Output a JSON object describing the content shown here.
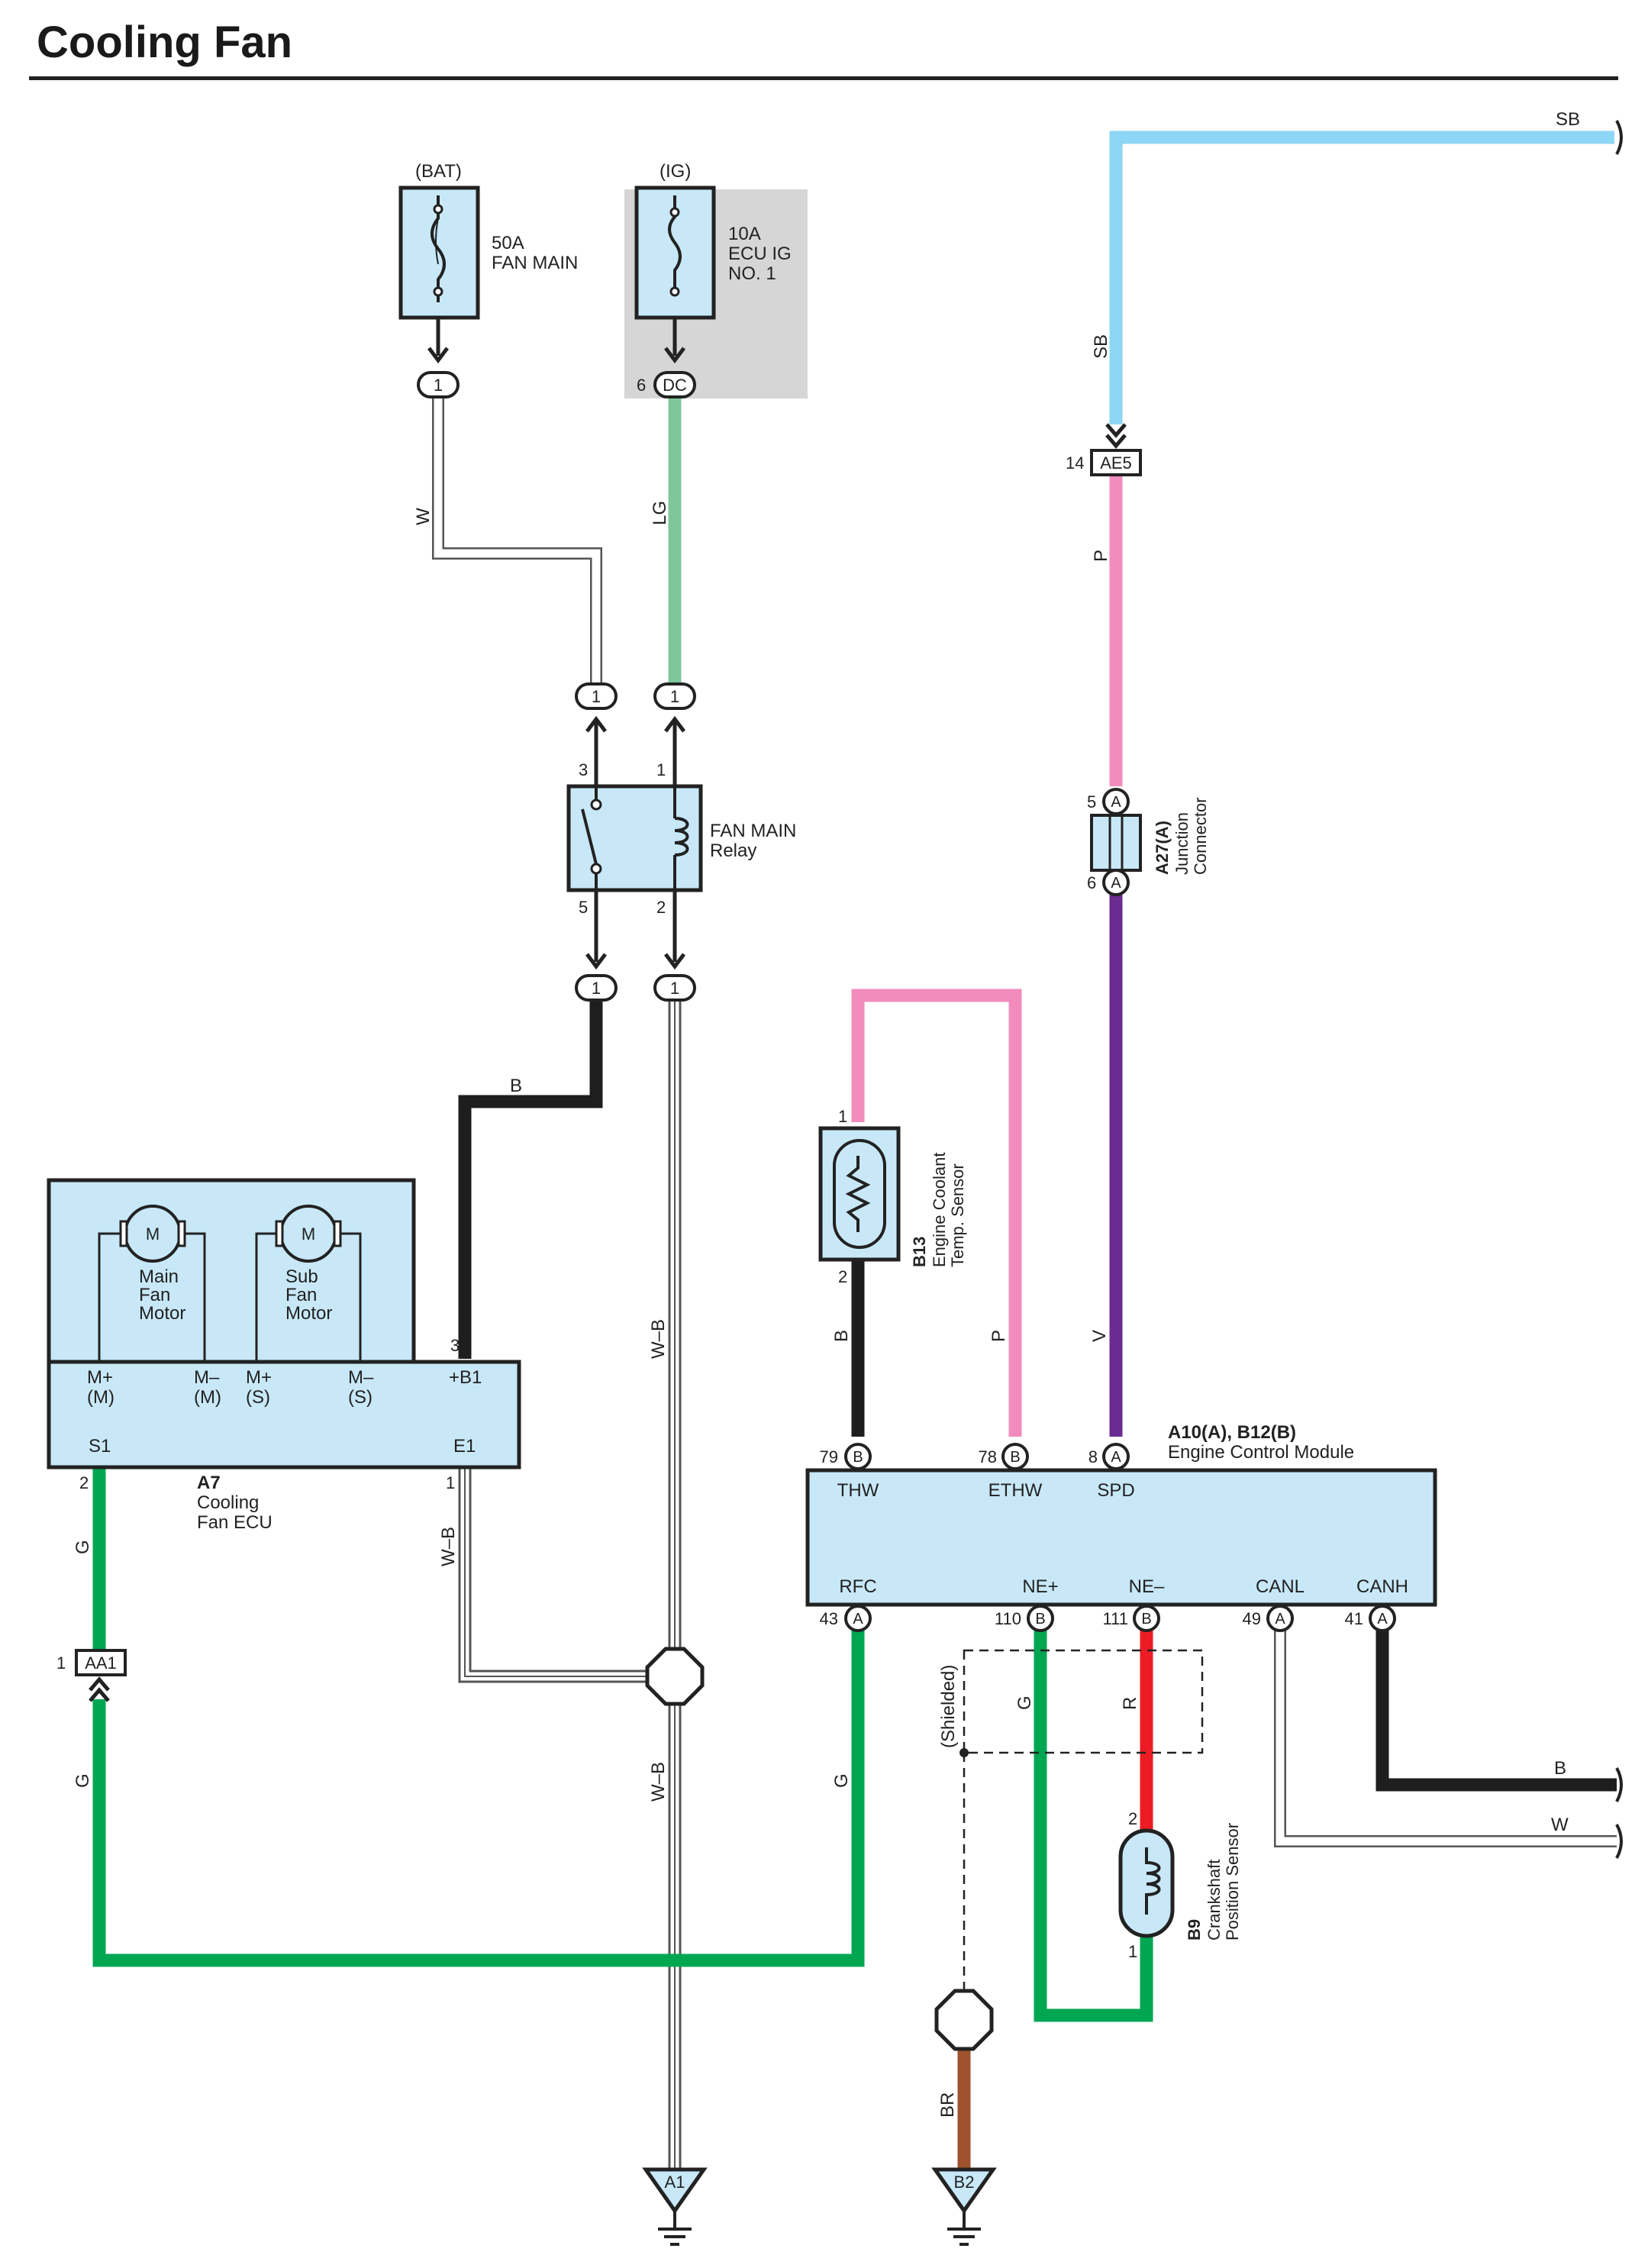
{
  "title": "Cooling Fan",
  "colors": {
    "W": "#ffffff",
    "LG": "#7ec79a",
    "SB": "#8ed6f5",
    "P": "#f28cbc",
    "V": "#6b2c91",
    "B": "#1e1e1e",
    "G": "#00a651",
    "R": "#ed1c24",
    "BR": "#a0522d",
    "component_fill": "#c8e8f8"
  },
  "fuses": {
    "bat": {
      "source": "(BAT)",
      "rating": "50A",
      "name": "FAN MAIN",
      "connector": "1"
    },
    "ig": {
      "source": "(IG)",
      "rating": "10A",
      "name_l1": "ECU IG",
      "name_l2": "NO. 1",
      "pin": "6",
      "connector": "DC"
    }
  },
  "relay": {
    "name_l1": "FAN MAIN",
    "name_l2": "Relay",
    "pins": {
      "p3": "3",
      "p1": "1",
      "p5": "5",
      "p2": "2"
    },
    "connector": "1"
  },
  "junction": {
    "pin_in": "14",
    "connector_in": "AE5",
    "pin_a": "5",
    "pin_b": "6",
    "pin_letter": "A",
    "id": "A27(A)",
    "name_l1": "Junction",
    "name_l2": "Connector"
  },
  "fan_ecu": {
    "id": "A7",
    "name_l1": "Cooling",
    "name_l2": "Fan ECU",
    "motor_symbol": "M",
    "main_motor": [
      "Main",
      "Fan",
      "Motor"
    ],
    "sub_motor": [
      "Sub",
      "Fan",
      "Motor"
    ],
    "terminals": [
      "M+",
      "(M)",
      "M–",
      "(M)",
      "M+",
      "(S)",
      "M–",
      "(S)",
      "+B1",
      "S1",
      "E1"
    ],
    "pins": {
      "b1": "3",
      "s1": "2",
      "e1": "1"
    }
  },
  "ecm": {
    "id": "A10(A), B12(B)",
    "name": "Engine Control Module",
    "top_pins": [
      {
        "num": "79",
        "letter": "B",
        "label": "THW"
      },
      {
        "num": "78",
        "letter": "B",
        "label": "ETHW"
      },
      {
        "num": "8",
        "letter": "A",
        "label": "SPD"
      }
    ],
    "bottom_pins": [
      {
        "num": "43",
        "letter": "A",
        "label": "RFC"
      },
      {
        "num": "110",
        "letter": "B",
        "label": "NE+"
      },
      {
        "num": "111",
        "letter": "B",
        "label": "NE–"
      },
      {
        "num": "49",
        "letter": "A",
        "label": "CANL"
      },
      {
        "num": "41",
        "letter": "A",
        "label": "CANH"
      }
    ]
  },
  "coolant_sensor": {
    "id": "B13",
    "name_l1": "Engine Coolant",
    "name_l2": "Temp.  Sensor",
    "pin1": "1",
    "pin2": "2"
  },
  "crank_sensor": {
    "id": "B9",
    "name_l1": "Crankshaft",
    "name_l2": "Position Sensor",
    "pin1": "1",
    "pin2": "2"
  },
  "connector_aa1": {
    "pin": "1",
    "label": "AA1"
  },
  "shield_label": "(Shielded)",
  "grounds": {
    "a1": "A1",
    "b2": "B2"
  },
  "wire_labels": {
    "w_bat": "W",
    "lg_ig": "LG",
    "sb_top": "SB",
    "sb_right": "SB",
    "p_junction": "P",
    "b_relay": "B",
    "wb_relay": "W–B",
    "wb_ecu": "W–B",
    "wb_ground": "W–B",
    "b_thw": "B",
    "p_ethw": "P",
    "v_spd": "V",
    "g_s1": "G",
    "g_low": "G",
    "g_rfc": "G",
    "g_ne": "G",
    "r_ne": "R",
    "br_gnd": "BR",
    "b_canh": "B",
    "w_canl": "W"
  }
}
